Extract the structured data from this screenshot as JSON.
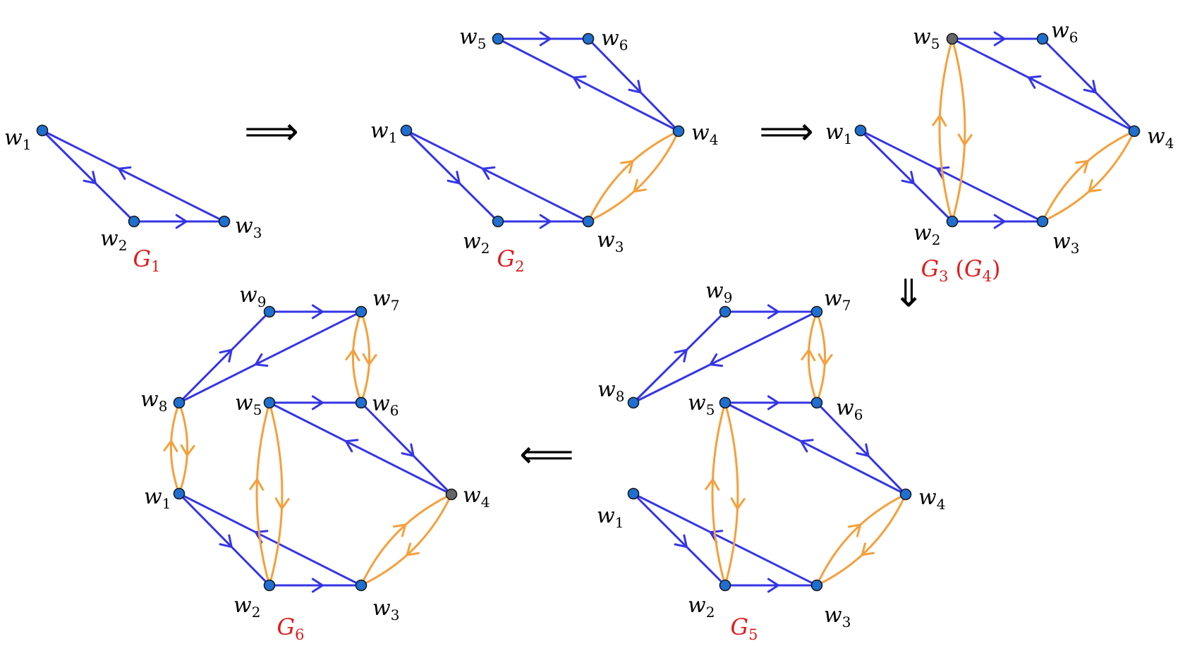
{
  "colors": {
    "blue": "#3535e6",
    "orange": "#f5a03c",
    "node": "#1f6fd1",
    "node_dark": "#666666",
    "label_red": "#e01b1b",
    "arrow": "#000000"
  },
  "transitions": [
    "⟹",
    "⟹",
    "⇓",
    "⟸"
  ],
  "graphs": [
    {
      "id": "G1",
      "title": {
        "base": "G",
        "sub": "1",
        "extra": ""
      },
      "nodes": [
        {
          "id": "w1",
          "base": "w",
          "sub": "1"
        },
        {
          "id": "w2",
          "base": "w",
          "sub": "2"
        },
        {
          "id": "w3",
          "base": "w",
          "sub": "3"
        }
      ],
      "edges": [
        {
          "from": "w1",
          "to": "w2",
          "color": "blue"
        },
        {
          "from": "w2",
          "to": "w3",
          "color": "blue"
        },
        {
          "from": "w3",
          "to": "w1",
          "color": "blue"
        }
      ]
    },
    {
      "id": "G2",
      "title": {
        "base": "G",
        "sub": "2",
        "extra": ""
      },
      "nodes": [
        {
          "id": "w1",
          "base": "w",
          "sub": "1"
        },
        {
          "id": "w2",
          "base": "w",
          "sub": "2"
        },
        {
          "id": "w3",
          "base": "w",
          "sub": "3"
        },
        {
          "id": "w4",
          "base": "w",
          "sub": "4"
        },
        {
          "id": "w5",
          "base": "w",
          "sub": "5"
        },
        {
          "id": "w6",
          "base": "w",
          "sub": "6"
        }
      ],
      "edges": [
        {
          "from": "w1",
          "to": "w2",
          "color": "blue"
        },
        {
          "from": "w2",
          "to": "w3",
          "color": "blue"
        },
        {
          "from": "w3",
          "to": "w1",
          "color": "blue"
        },
        {
          "from": "w5",
          "to": "w6",
          "color": "blue"
        },
        {
          "from": "w6",
          "to": "w4",
          "color": "blue"
        },
        {
          "from": "w4",
          "to": "w5",
          "color": "blue"
        },
        {
          "from": "w3",
          "to": "w4",
          "color": "orange",
          "curved": true
        },
        {
          "from": "w4",
          "to": "w3",
          "color": "orange",
          "curved": true
        }
      ]
    },
    {
      "id": "G3",
      "title": {
        "base": "G",
        "sub": "3",
        "extra": "(G4)"
      },
      "title_extra": {
        "base": "G",
        "sub": "4"
      },
      "nodes": [
        {
          "id": "w1",
          "base": "w",
          "sub": "1"
        },
        {
          "id": "w2",
          "base": "w",
          "sub": "2"
        },
        {
          "id": "w3",
          "base": "w",
          "sub": "3"
        },
        {
          "id": "w4",
          "base": "w",
          "sub": "4"
        },
        {
          "id": "w5",
          "base": "w",
          "sub": "5",
          "dark": true
        },
        {
          "id": "w6",
          "base": "w",
          "sub": "6"
        }
      ],
      "edges": [
        {
          "from": "w1",
          "to": "w2",
          "color": "blue"
        },
        {
          "from": "w2",
          "to": "w3",
          "color": "blue"
        },
        {
          "from": "w3",
          "to": "w1",
          "color": "blue"
        },
        {
          "from": "w5",
          "to": "w6",
          "color": "blue"
        },
        {
          "from": "w6",
          "to": "w4",
          "color": "blue"
        },
        {
          "from": "w4",
          "to": "w5",
          "color": "blue"
        },
        {
          "from": "w3",
          "to": "w4",
          "color": "orange",
          "curved": true
        },
        {
          "from": "w4",
          "to": "w3",
          "color": "orange",
          "curved": true
        },
        {
          "from": "w2",
          "to": "w5",
          "color": "orange",
          "curved": true
        },
        {
          "from": "w5",
          "to": "w2",
          "color": "orange",
          "curved": true
        }
      ]
    },
    {
      "id": "G5",
      "title": {
        "base": "G",
        "sub": "5",
        "extra": ""
      },
      "nodes": [
        {
          "id": "w1",
          "base": "w",
          "sub": "1"
        },
        {
          "id": "w2",
          "base": "w",
          "sub": "2"
        },
        {
          "id": "w3",
          "base": "w",
          "sub": "3"
        },
        {
          "id": "w4",
          "base": "w",
          "sub": "4"
        },
        {
          "id": "w5",
          "base": "w",
          "sub": "5"
        },
        {
          "id": "w6",
          "base": "w",
          "sub": "6"
        },
        {
          "id": "w7",
          "base": "w",
          "sub": "7"
        },
        {
          "id": "w8",
          "base": "w",
          "sub": "8"
        },
        {
          "id": "w9",
          "base": "w",
          "sub": "9"
        }
      ],
      "edges": [
        {
          "from": "w1",
          "to": "w2",
          "color": "blue"
        },
        {
          "from": "w2",
          "to": "w3",
          "color": "blue"
        },
        {
          "from": "w3",
          "to": "w1",
          "color": "blue"
        },
        {
          "from": "w5",
          "to": "w6",
          "color": "blue"
        },
        {
          "from": "w6",
          "to": "w4",
          "color": "blue"
        },
        {
          "from": "w4",
          "to": "w5",
          "color": "blue"
        },
        {
          "from": "w8",
          "to": "w9",
          "color": "blue"
        },
        {
          "from": "w9",
          "to": "w7",
          "color": "blue"
        },
        {
          "from": "w7",
          "to": "w8",
          "color": "blue"
        },
        {
          "from": "w3",
          "to": "w4",
          "color": "orange",
          "curved": true
        },
        {
          "from": "w4",
          "to": "w3",
          "color": "orange",
          "curved": true
        },
        {
          "from": "w2",
          "to": "w5",
          "color": "orange",
          "curved": true
        },
        {
          "from": "w5",
          "to": "w2",
          "color": "orange",
          "curved": true
        },
        {
          "from": "w6",
          "to": "w7",
          "color": "orange",
          "curved": true
        },
        {
          "from": "w7",
          "to": "w6",
          "color": "orange",
          "curved": true
        }
      ]
    },
    {
      "id": "G6",
      "title": {
        "base": "G",
        "sub": "6",
        "extra": ""
      },
      "nodes": [
        {
          "id": "w1",
          "base": "w",
          "sub": "1"
        },
        {
          "id": "w2",
          "base": "w",
          "sub": "2"
        },
        {
          "id": "w3",
          "base": "w",
          "sub": "3"
        },
        {
          "id": "w4",
          "base": "w",
          "sub": "4",
          "dark": true
        },
        {
          "id": "w5",
          "base": "w",
          "sub": "5"
        },
        {
          "id": "w6",
          "base": "w",
          "sub": "6"
        },
        {
          "id": "w7",
          "base": "w",
          "sub": "7"
        },
        {
          "id": "w8",
          "base": "w",
          "sub": "8"
        },
        {
          "id": "w9",
          "base": "w",
          "sub": "9"
        }
      ],
      "edges": [
        {
          "from": "w1",
          "to": "w2",
          "color": "blue"
        },
        {
          "from": "w2",
          "to": "w3",
          "color": "blue"
        },
        {
          "from": "w3",
          "to": "w1",
          "color": "blue"
        },
        {
          "from": "w5",
          "to": "w6",
          "color": "blue"
        },
        {
          "from": "w6",
          "to": "w4",
          "color": "blue"
        },
        {
          "from": "w4",
          "to": "w5",
          "color": "blue"
        },
        {
          "from": "w8",
          "to": "w9",
          "color": "blue"
        },
        {
          "from": "w9",
          "to": "w7",
          "color": "blue"
        },
        {
          "from": "w7",
          "to": "w8",
          "color": "blue"
        },
        {
          "from": "w3",
          "to": "w4",
          "color": "orange",
          "curved": true
        },
        {
          "from": "w4",
          "to": "w3",
          "color": "orange",
          "curved": true
        },
        {
          "from": "w2",
          "to": "w5",
          "color": "orange",
          "curved": true
        },
        {
          "from": "w5",
          "to": "w2",
          "color": "orange",
          "curved": true
        },
        {
          "from": "w6",
          "to": "w7",
          "color": "orange",
          "curved": true
        },
        {
          "from": "w7",
          "to": "w6",
          "color": "orange",
          "curved": true
        },
        {
          "from": "w1",
          "to": "w8",
          "color": "orange",
          "curved": true
        },
        {
          "from": "w8",
          "to": "w1",
          "color": "orange",
          "curved": true
        }
      ]
    }
  ]
}
